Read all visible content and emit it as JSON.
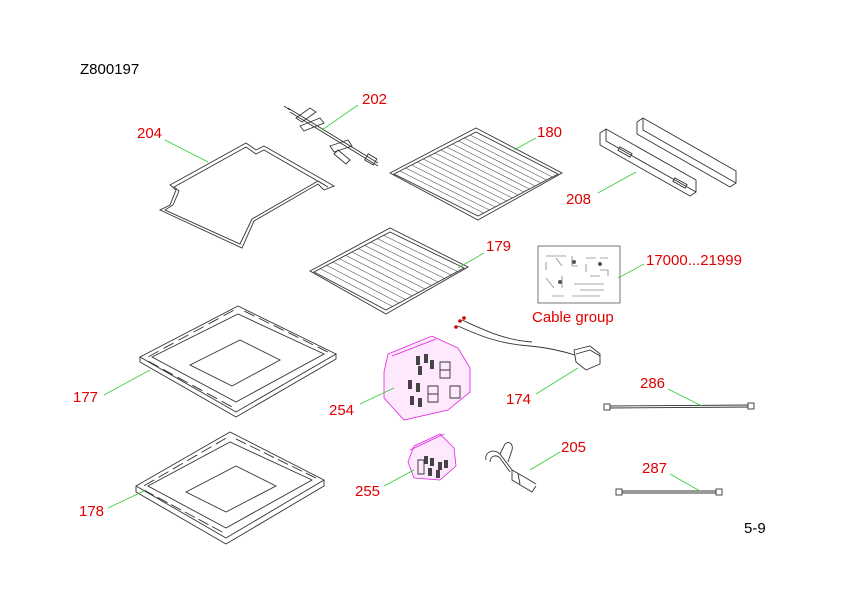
{
  "document_code": "Z800197",
  "page_number": "5-9",
  "colors": {
    "label": "#e00000",
    "leader": "#33cc33",
    "bag": "#e020e0",
    "line": "#333333"
  },
  "labels": {
    "p202": "202",
    "p204": "204",
    "p180": "180",
    "p208": "208",
    "p179": "179",
    "p17000": "17000...21999",
    "cable_group": "Cable group",
    "p177": "177",
    "p254": "254",
    "p174": "174",
    "p286": "286",
    "p178": "178",
    "p255": "255",
    "p205": "205",
    "p287": "287"
  }
}
